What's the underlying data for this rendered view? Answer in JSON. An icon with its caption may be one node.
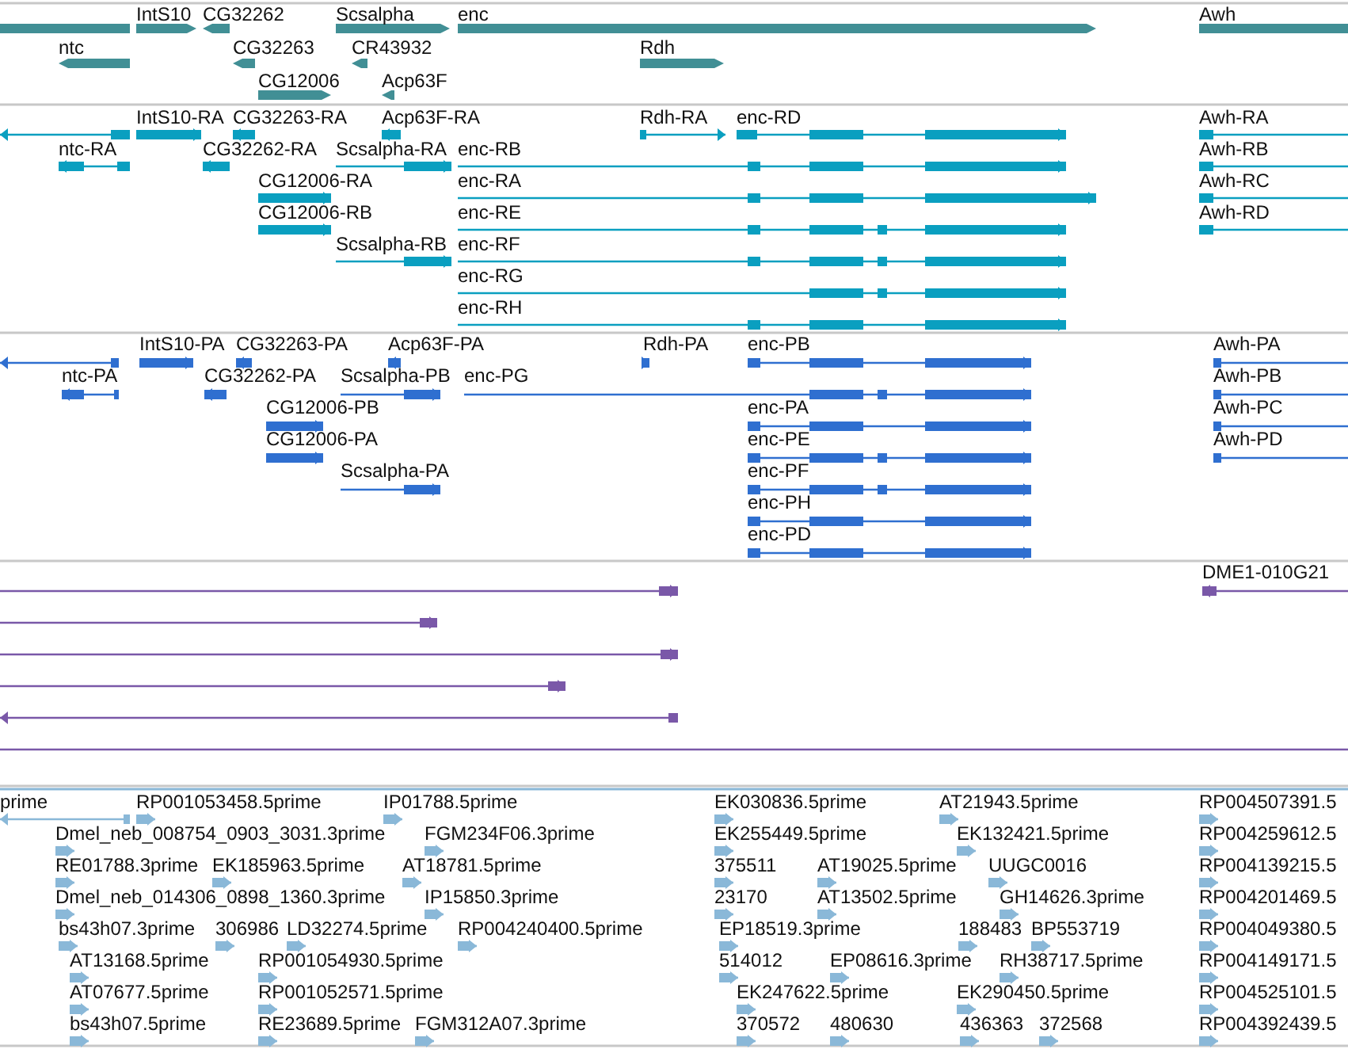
{
  "diagram": {
    "labels": [
      "IntS10",
      "CG32262",
      "Scsalpha",
      "enc",
      "Awh",
      "ntc",
      "CG32263",
      "CR43932",
      "Rdh",
      "CG12006",
      "Acp63F",
      "IntS10-RA",
      "CG32263-RA",
      "Acp63F-RA",
      "Rdh-RA",
      "enc-RD",
      "Awh-RA",
      "ntc-RA",
      "CG32262-RA",
      "Scsalpha-RA",
      "enc-RB",
      "Awh-RB",
      "CG12006-RA",
      "enc-RA",
      "Awh-RC",
      "CG12006-RB",
      "enc-RE",
      "Awh-RD",
      "Scsalpha-RB",
      "enc-RF",
      "enc-RG",
      "enc-RH",
      "IntS10-PA",
      "CG32263-PA",
      "Acp63F-PA",
      "Rdh-PA",
      "enc-PB",
      "Awh-PA",
      "ntc-PA",
      "CG32262-PA",
      "Scsalpha-PB",
      "enc-PG",
      "Awh-PB",
      "CG12006-PB",
      "enc-PA",
      "Awh-PC",
      "CG12006-PA",
      "enc-PE",
      "Awh-PD",
      "Scsalpha-PA",
      "enc-PF",
      "enc-PH",
      "enc-PD",
      "DME1-010G21",
      "prime",
      "RP001053458.5prime",
      "IP01788.5prime",
      "EK030836.5prime",
      "AT21943.5prime",
      "RP004507391.5",
      "Dmel_neb_008754_0903_3031.3prime",
      "FGM234F06.3prime",
      "EK255449.5prime",
      "EK132421.5prime",
      "RP004259612.5",
      "RE01788.3prime",
      "EK185963.5prime",
      "AT18781.5prime",
      "375511",
      "AT19025.5prime",
      "UUGC0016",
      "RP004139215.5",
      "Dmel_neb_014306_0898_1360.3prime",
      "IP15850.3prime",
      "23170",
      "AT13502.5prime",
      "GH14626.3prime",
      "RP004201469.5",
      "bs43h07.3prime",
      "306986",
      "LD32274.5prime",
      "RP004240400.5prime",
      "EP18519.3prime",
      "188483",
      "BP553719",
      "RP004049380.5",
      "AT13168.5prime",
      "RP001054930.5prime",
      "514012",
      "EP08616.3prime",
      "RH38717.5prime",
      "RP004149171.5",
      "AT07677.5prime",
      "RP001052571.5prime",
      "EK247622.5prime",
      "EK290450.5prime",
      "RP004525101.5",
      "bs43h07.5prime",
      "RE23689.5prime",
      "FGM312A07.3prime",
      "370572",
      "480630",
      "436363",
      "372568",
      "RP004392439.5"
    ]
  }
}
